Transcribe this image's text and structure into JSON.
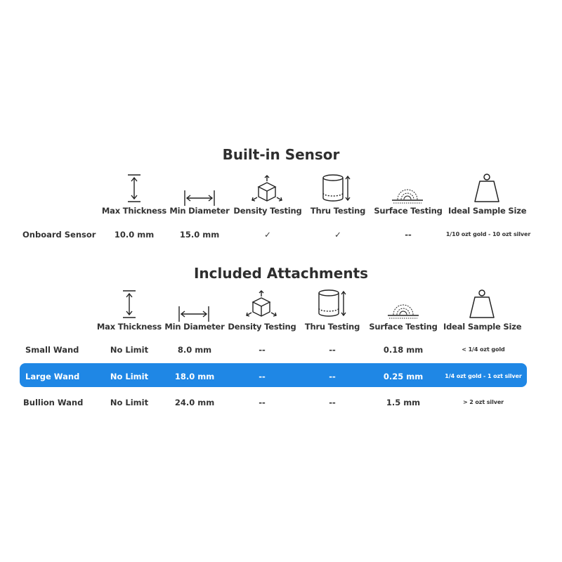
{
  "builtin": {
    "title": "Built-in Sensor",
    "headers": [
      "Max Thickness",
      "Min Diameter",
      "Density Testing",
      "Thru Testing",
      "Surface Testing",
      "Ideal Sample Size"
    ],
    "row": {
      "label": "Onboard Sensor",
      "cells": [
        "10.0 mm",
        "15.0 mm",
        "✓",
        "✓",
        "--",
        "1/10 ozt gold - 10 ozt silver"
      ]
    }
  },
  "attachments": {
    "title": "Included Attachments",
    "headers": [
      "Max Thickness",
      "Min Diameter",
      "Density Testing",
      "Thru Testing",
      "Surface Testing",
      "Ideal Sample Size"
    ],
    "rows": [
      {
        "label": "Small Wand",
        "cells": [
          "No Limit",
          "8.0 mm",
          "--",
          "--",
          "0.18 mm",
          "< 1/4 ozt gold"
        ],
        "highlighted": false
      },
      {
        "label": "Large Wand",
        "cells": [
          "No Limit",
          "18.0 mm",
          "--",
          "--",
          "0.25 mm",
          "1/4 ozt gold - 1 ozt silver"
        ],
        "highlighted": true
      },
      {
        "label": "Bullion Wand",
        "cells": [
          "No Limit",
          "24.0 mm",
          "--",
          "--",
          "1.5 mm",
          "> 2 ozt silver"
        ],
        "highlighted": false
      }
    ]
  },
  "icons": [
    "max-thickness-icon",
    "min-diameter-icon",
    "density-cube-icon",
    "thru-cylinder-icon",
    "surface-wave-icon",
    "weight-icon"
  ],
  "colors": {
    "highlight": "#1f87e5",
    "text": "#333333",
    "highlight_text": "#ffffff"
  }
}
